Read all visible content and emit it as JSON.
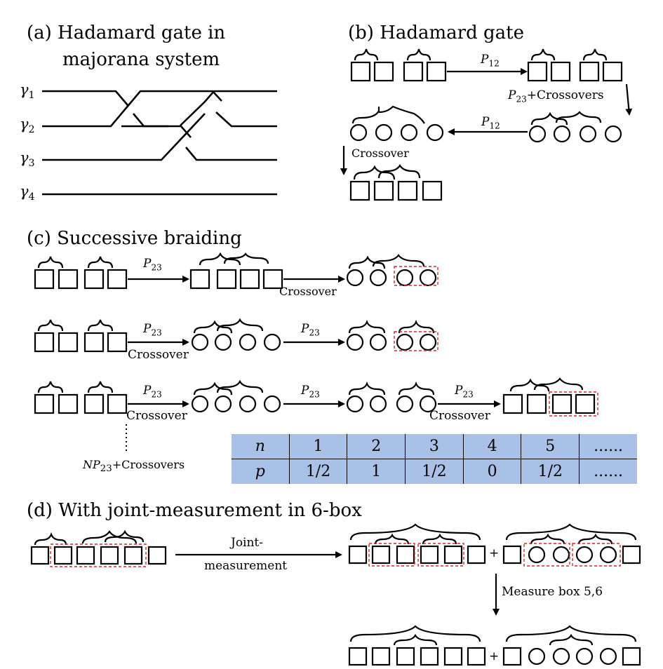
{
  "panels": {
    "a": {
      "title_line1": "(a) Hadamard gate in",
      "title_line2": "majorana system",
      "lines": [
        {
          "sym": "γ",
          "sub": "1"
        },
        {
          "sym": "γ",
          "sub": "2"
        },
        {
          "sym": "γ",
          "sub": "3"
        },
        {
          "sym": "γ",
          "sub": "4"
        }
      ]
    },
    "b": {
      "title": "(b) Hadamard gate",
      "step1": {
        "op": "P",
        "sub": "12"
      },
      "step2": {
        "op": "P",
        "sub": "23",
        "suffix": "+Crossovers"
      },
      "step3": {
        "op": "P",
        "sub": "12"
      },
      "step4": "Crossover"
    },
    "c": {
      "title": "(c) Successive braiding",
      "op": {
        "name": "P",
        "sub": "23"
      },
      "crossover": "Crossover",
      "np_label": {
        "prefix": "NP",
        "sub": "23",
        "suffix": "+Crossovers"
      }
    },
    "d": {
      "title": "(d) With joint-measurement in 6-box",
      "joint_line1": "Joint-",
      "joint_line2": "measurement",
      "measure": "Measure box 5,6",
      "plus": "+"
    }
  },
  "table": {
    "rows": [
      [
        "n",
        "1",
        "2",
        "3",
        "4",
        "5",
        "......"
      ],
      [
        "p",
        "1/2",
        "1",
        "1/2",
        "0",
        "1/2",
        "......"
      ]
    ],
    "bg": "#a9c1e6"
  },
  "colors": {
    "ink": "#000000",
    "dashed": "#d62728"
  }
}
